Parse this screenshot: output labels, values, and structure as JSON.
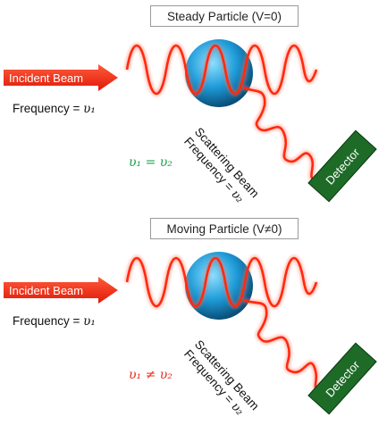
{
  "panels": [
    {
      "title": "Steady Particle (V=0)",
      "incident_label": "Incident Beam",
      "incident_frequency_prefix": "Frequency = ",
      "incident_frequency_symbol": "υ₁",
      "scattering_label": "Scattering Beam",
      "scattering_frequency_prefix": "Frequency = ",
      "scattering_frequency_symbol": "υ₂",
      "relation": "υ₁ = υ₂",
      "relation_color": "#1aa34a",
      "detector_label": "Detector"
    },
    {
      "title": "Moving Particle (V≠0)",
      "incident_label": "Incident Beam",
      "incident_frequency_prefix": "Frequency = ",
      "incident_frequency_symbol": "υ₁",
      "scattering_label": "Scattering Beam",
      "scattering_frequency_prefix": "Frequency = ",
      "scattering_frequency_symbol": "υ₂",
      "relation": "υ₁ ≠ υ₂",
      "relation_color": "#e0301e",
      "detector_label": "Detector"
    }
  ],
  "colors": {
    "beam_red": "#ff2a10",
    "particle_blue": "#1f9bd8",
    "detector_green": "#1e6b28"
  }
}
